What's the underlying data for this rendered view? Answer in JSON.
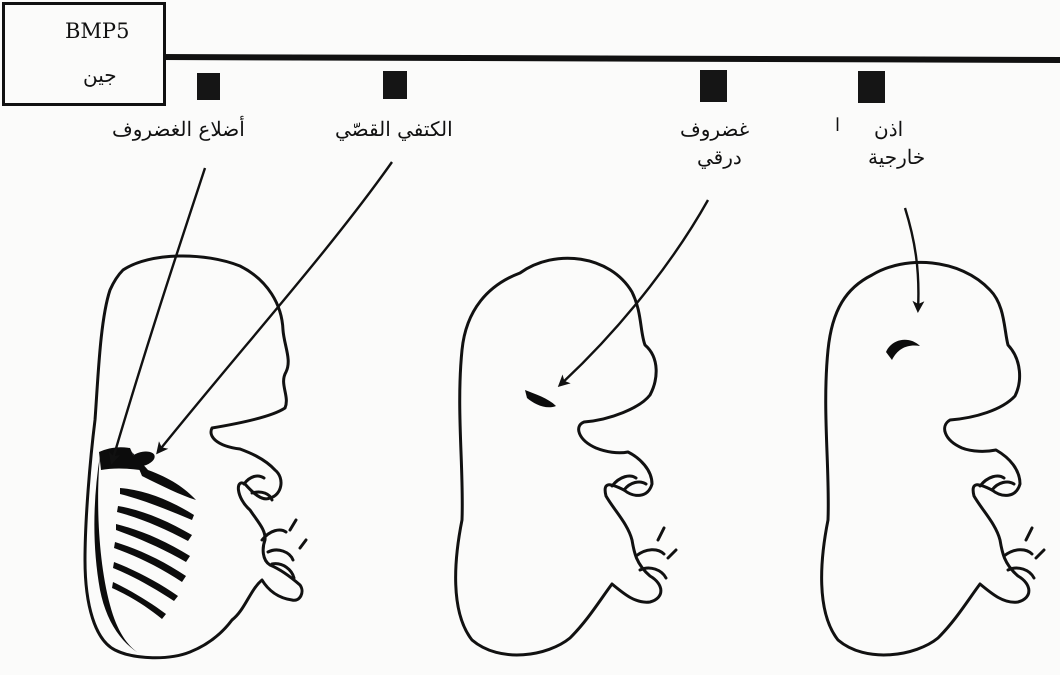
{
  "gene": {
    "name": "BMP5",
    "label": "جين"
  },
  "labels": {
    "ribs_cartilage": "أضلاع الغضروف",
    "scapula": "الكتفي القصّي",
    "thyroid_line1": "غضروف",
    "thyroid_line2": "درقي",
    "ear_line1": "اذن",
    "ear_mark": "ا",
    "ear_line2": "خارجية"
  }
}
